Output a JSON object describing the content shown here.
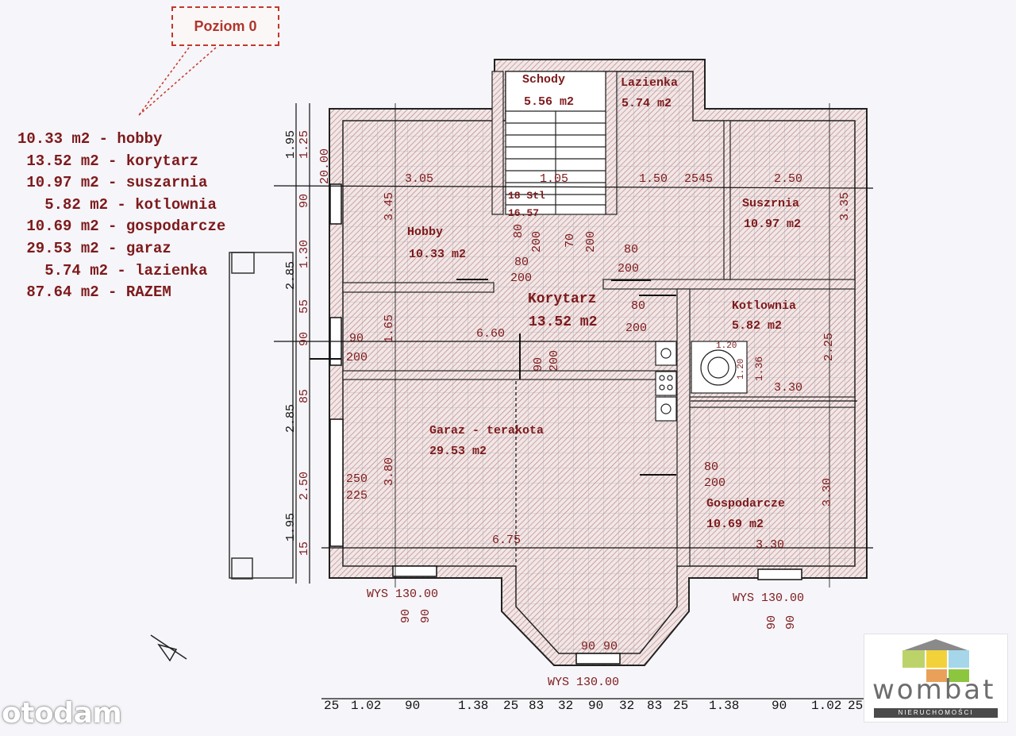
{
  "callout": {
    "label": "Poziom 0"
  },
  "legend": [
    "10.33 m2 - hobby",
    " 13.52 m2 - korytarz",
    " 10.97 m2 - suszarnia",
    "   5.82 m2 - kotlownia",
    " 10.69 m2 - gospodarcze",
    " 29.53 m2 - garaz",
    "   5.74 m2 - lazienka",
    " 87.64 m2 - RAZEM"
  ],
  "rooms": {
    "schody": {
      "name": "Schody",
      "area": "5.56 m2"
    },
    "lazienka": {
      "name": "Lazienka",
      "area": "5.74 m2"
    },
    "suszrnia": {
      "name": "Suszrnia",
      "area": "10.97 m2"
    },
    "hobby": {
      "name": "Hobby",
      "area": "10.33 m2"
    },
    "korytarz": {
      "name": "Korytarz",
      "area": "13.52 m2"
    },
    "kotlownia": {
      "name": "Kotlownia",
      "area": "5.82 m2"
    },
    "garaz": {
      "name": "Garaz - terakota",
      "area": "29.53 m2"
    },
    "gospodarcze": {
      "name": "Gospodarcze",
      "area": "10.69 m2"
    }
  },
  "stairs_label": "18 Stl",
  "stairs_sub": "16.57",
  "window_labels": [
    "WYS 130.00",
    "WYS 130.00",
    "WYS 130.00"
  ],
  "bottom_dims": [
    "25",
    "1.02",
    "90",
    "1.38",
    "25",
    "83",
    "32",
    "90",
    "32",
    "83",
    "25",
    "1.38",
    "90",
    "1.02",
    "25"
  ],
  "left_dims": [
    "1.95",
    "1.25",
    "20.00",
    "90",
    "1.30",
    "2.85",
    "55",
    "90",
    "85",
    "2.85",
    "2.50",
    "1.95",
    "15"
  ],
  "plan_dims": {
    "hobby_w": "3.05",
    "stair_w": "1.05",
    "laz_w": "1.50",
    "misc": "2545",
    "susz_w": "2.50",
    "hobby_h": "3.45",
    "susz_h": "3.35",
    "kor_w": "6.60",
    "kor_h": "1.65",
    "kot_h": "2.25",
    "kot_w": "3.30",
    "gar_h": "3.80",
    "gosp_h": "3.30",
    "gar_w": "6.75",
    "gosp_w": "3.30",
    "gate_w": "250",
    "gate_h": "225"
  },
  "doors": [
    {
      "w": "80",
      "h": "200"
    },
    {
      "w": "70",
      "h": "200"
    },
    {
      "w": "80",
      "h": "200"
    },
    {
      "w": "80",
      "h": "200"
    },
    {
      "w": "80",
      "h": "200"
    },
    {
      "w": "90",
      "h": "200"
    },
    {
      "w": "90",
      "h": "200"
    },
    {
      "w": "80",
      "h": "200"
    }
  ],
  "window_dims": [
    {
      "a": "90",
      "b": "90"
    },
    {
      "a": "90",
      "b": "90"
    },
    {
      "a": "90",
      "b": "90"
    }
  ],
  "boiler_dims": [
    "1.20",
    "1.20",
    "1.36"
  ],
  "watermark": "otodam",
  "logo": {
    "name": "wombat",
    "sub": "NIERUCHOMOŚCI"
  }
}
